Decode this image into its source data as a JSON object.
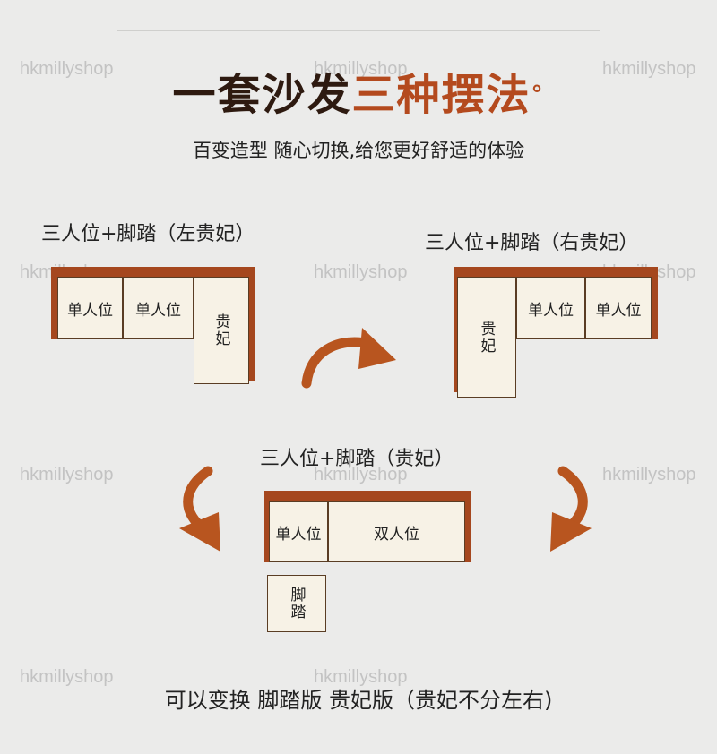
{
  "watermark": "hkmillyshop",
  "title": {
    "part1": "一套沙发",
    "part2": "三种摆法",
    "mark": "°"
  },
  "subtitle": "百变造型 随心切换,给您更好舒适的体验",
  "configs": {
    "left": {
      "label": "三人位+脚踏（左贵妃）",
      "seats": [
        "单人位",
        "单人位",
        "贵妃"
      ]
    },
    "right": {
      "label": "三人位+脚踏（右贵妃）",
      "seats": [
        "贵妃",
        "单人位",
        "单人位"
      ]
    },
    "bottom": {
      "label": "三人位+脚踏（贵妃）",
      "seats": [
        "单人位",
        "双人位"
      ],
      "ottoman": "脚踏"
    }
  },
  "footer": "可以变换 脚踏版 贵妃版（贵妃不分左右)",
  "colors": {
    "accent": "#b44a1e",
    "frame": "#a5471e",
    "seat": "#f7f2e6",
    "arrow": "#b8551f"
  }
}
